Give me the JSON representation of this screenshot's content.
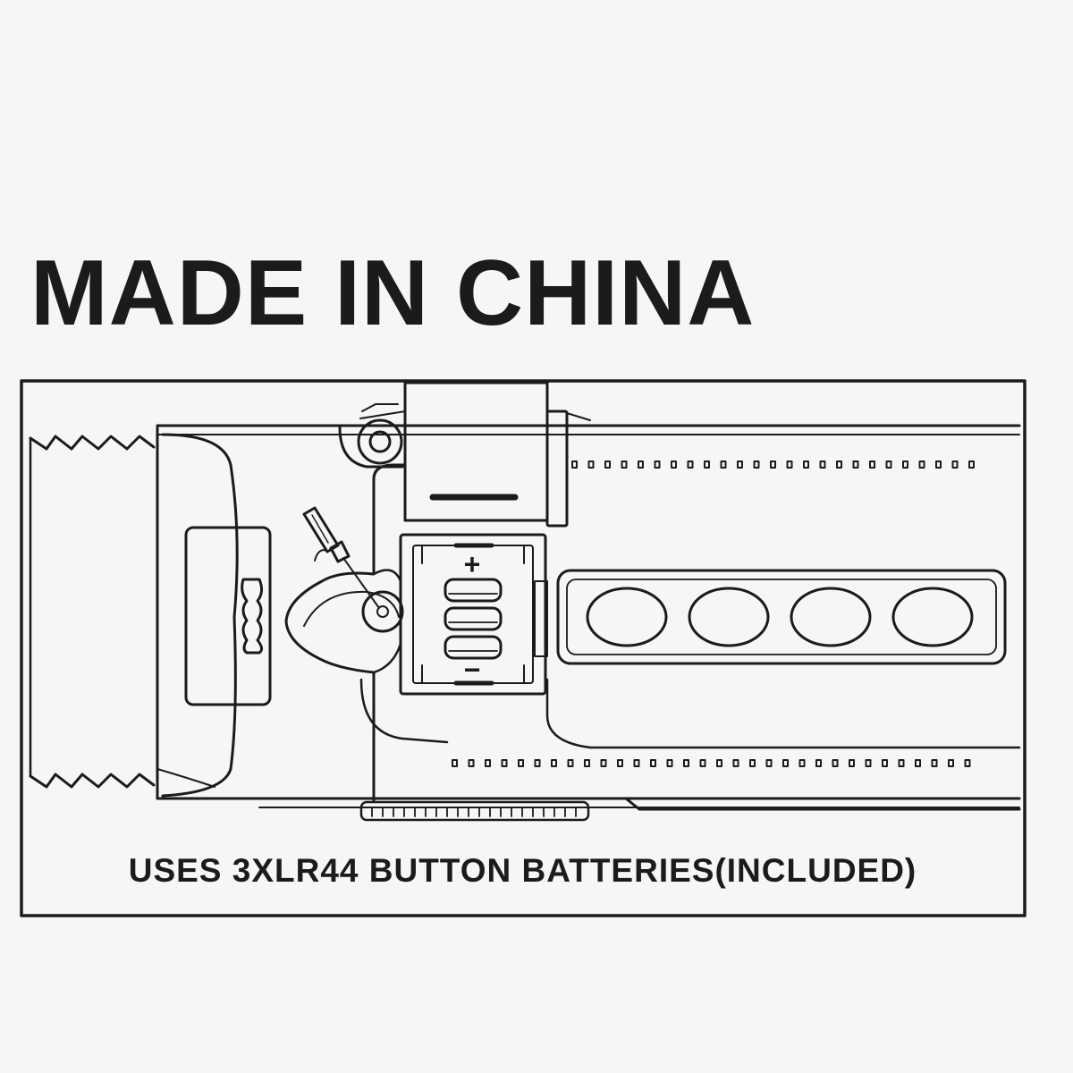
{
  "label": {
    "headline": "MADE IN CHINA",
    "caption": "USES 3XLR44 BUTTON BATTERIES(INCLUDED)"
  },
  "diagram": {
    "battery_compartment": {
      "plus_symbol": "+",
      "minus_symbol": "−",
      "battery_count": 3
    },
    "cover_sign": "−",
    "circle_count": 4
  },
  "colors": {
    "background": "#f5f6f7",
    "ink": "#1b1b1b"
  }
}
